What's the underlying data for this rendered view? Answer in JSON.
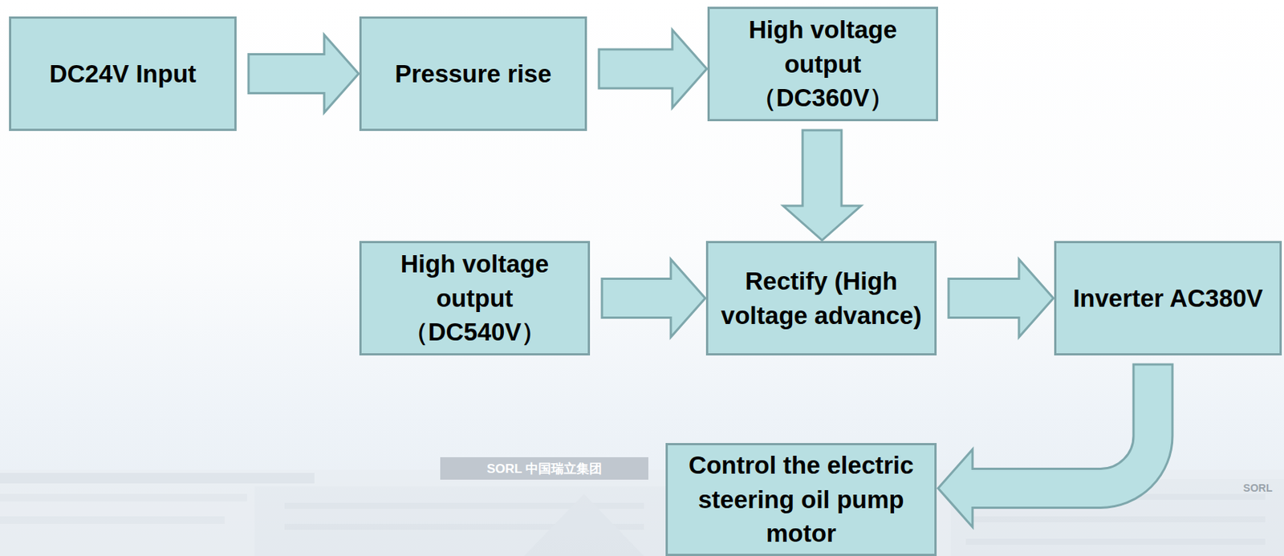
{
  "diagram": {
    "nodes": [
      {
        "text": [
          "DC24V Input"
        ]
      },
      {
        "text": [
          "Pressure rise"
        ]
      },
      {
        "text": [
          "High voltage output （DC360V）"
        ]
      },
      {
        "text": [
          "High voltage output （DC540V）"
        ]
      },
      {
        "text": [
          "Rectify (High voltage advance)"
        ]
      },
      {
        "text": [
          "Inverter AC380V"
        ]
      },
      {
        "text": [
          "Control the electric steering oil pump motor"
        ]
      }
    ],
    "edges": [
      {
        "from": 0,
        "to": 1,
        "arrow": "to"
      },
      {
        "from": 1,
        "to": 2,
        "arrow": "to"
      },
      {
        "from": 2,
        "to": 4,
        "arrow": "to"
      },
      {
        "from": 3,
        "to": 4,
        "arrow": "to"
      },
      {
        "from": 4,
        "to": 5,
        "arrow": "to"
      },
      {
        "from": 5,
        "to": 6,
        "arrow": "to"
      }
    ],
    "labels": [
      "SORL 中国瑞立集团",
      "SORL"
    ]
  }
}
